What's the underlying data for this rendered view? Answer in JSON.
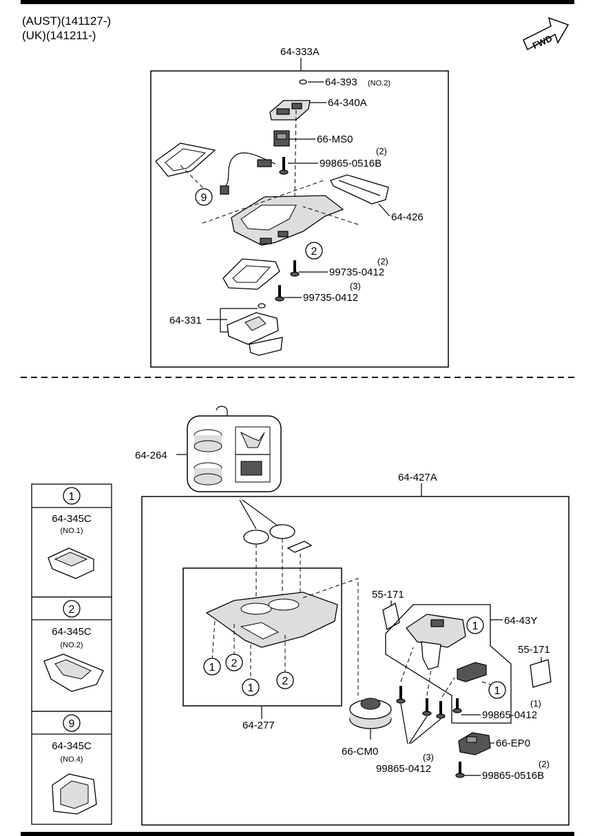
{
  "header": {
    "line1": "(AUST)(141127-)",
    "line2": "(UK)(141211-)",
    "fwd_label": "FWD",
    "fwd_icon": "forward-arrow-icon"
  },
  "top_section": {
    "assembly_label": "64-333A",
    "parts": [
      {
        "id": "p1",
        "label": "64-393",
        "note": "(NO.2)",
        "qty": ""
      },
      {
        "id": "p2",
        "label": "64-340A",
        "note": "",
        "qty": ""
      },
      {
        "id": "p3",
        "label": "66-MS0",
        "note": "",
        "qty": ""
      },
      {
        "id": "p4",
        "label": "99865-0516B",
        "note": "",
        "qty": "(2)"
      },
      {
        "id": "p5",
        "label": "64-426",
        "note": "",
        "qty": ""
      },
      {
        "id": "p6",
        "label": "99735-0412",
        "note": "",
        "qty": "(2)"
      },
      {
        "id": "p7",
        "label": "99735-0412",
        "note": "",
        "qty": "(3)"
      },
      {
        "id": "p8",
        "label": "64-331",
        "note": "",
        "qty": ""
      }
    ],
    "callouts": [
      "9",
      "2"
    ]
  },
  "legend": [
    {
      "num": "1",
      "part": "64-345C",
      "note": "(NO.1)"
    },
    {
      "num": "2",
      "part": "64-345C",
      "note": "(NO.2)"
    },
    {
      "num": "9",
      "part": "64-345C",
      "note": "(NO.4)"
    }
  ],
  "bottom_section": {
    "cup_label": "64-264",
    "assembly_label": "64-427A",
    "sub_assembly_label": "64-277",
    "parts": [
      {
        "id": "b1",
        "label": "55-171",
        "qty": ""
      },
      {
        "id": "b2",
        "label": "64-43Y",
        "qty": ""
      },
      {
        "id": "b3",
        "label": "55-171",
        "qty": ""
      },
      {
        "id": "b4",
        "label": "99865-0412",
        "qty": "(1)"
      },
      {
        "id": "b5",
        "label": "66-CM0",
        "qty": ""
      },
      {
        "id": "b6",
        "label": "66-EP0",
        "qty": ""
      },
      {
        "id": "b7",
        "label": "99865-0412",
        "qty": "(3)"
      },
      {
        "id": "b8",
        "label": "99865-0516B",
        "qty": "(2)"
      }
    ],
    "callouts": [
      "1",
      "2",
      "1",
      "2",
      "1",
      "1"
    ]
  }
}
